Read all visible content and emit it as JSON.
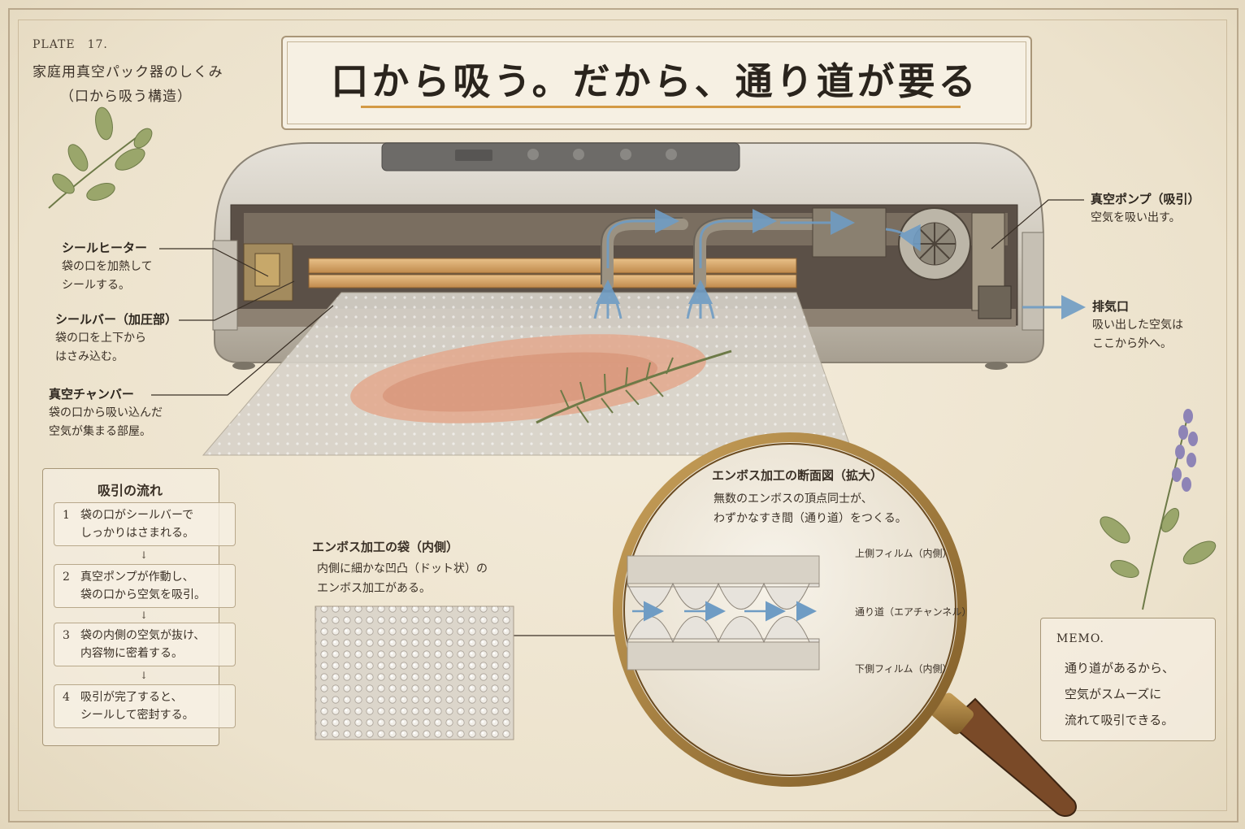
{
  "plate": "PLATE　17.",
  "subtitle": [
    "家庭用真空パック器のしくみ",
    "（口から吸う構造）"
  ],
  "title": "口から吸う。だから、通り道が要る",
  "labels": {
    "heater": {
      "h": "シールヒーター",
      "d": [
        "袋の口を加熱して",
        "シールする。"
      ]
    },
    "bar": {
      "h": "シールバー（加圧部）",
      "d": [
        "袋の口を上下から",
        "はさみ込む。"
      ]
    },
    "chamber": {
      "h": "真空チャンバー",
      "d": [
        "袋の口から吸い込んだ",
        "空気が集まる部屋。"
      ]
    },
    "pump": {
      "h": "真空ポンプ（吸引）",
      "d": [
        "空気を吸い出す。"
      ]
    },
    "exhaust": {
      "h": "排気口",
      "d": [
        "吸い出した空気は",
        "ここから外へ。"
      ]
    }
  },
  "flow": {
    "title": "吸引の流れ",
    "steps": [
      {
        "n": "1",
        "t": [
          "袋の口がシールバーで",
          "しっかりはさまれる。"
        ]
      },
      {
        "n": "2",
        "t": [
          "真空ポンプが作動し、",
          "袋の口から空気を吸引。"
        ]
      },
      {
        "n": "3",
        "t": [
          "袋の内側の空気が抜け、",
          "内容物に密着する。"
        ]
      },
      {
        "n": "4",
        "t": [
          "吸引が完了すると、",
          "シールして密封する。"
        ]
      }
    ],
    "arrow": "↓"
  },
  "emboss": {
    "h": "エンボス加工の袋（内側）",
    "d": [
      "内側に細かな凹凸（ドット状）の",
      "エンボス加工がある。"
    ]
  },
  "lens": {
    "h": "エンボス加工の断面図（拡大）",
    "d": [
      "無数のエンボスの頂点同士が、",
      "わずかなすき間（通り道）をつくる。"
    ],
    "upper": "上側フィルム（内側）",
    "channel": "通り道（エアチャンネル）",
    "lower": "下側フィルム（内側）"
  },
  "memo": {
    "title": "MEMO.",
    "body": [
      "通り道があるから、",
      "空気がスムーズに",
      "流れて吸引できる。"
    ]
  },
  "colors": {
    "accent": "#d39a45",
    "air": "#6f9cc4",
    "ink": "#3a3026"
  }
}
